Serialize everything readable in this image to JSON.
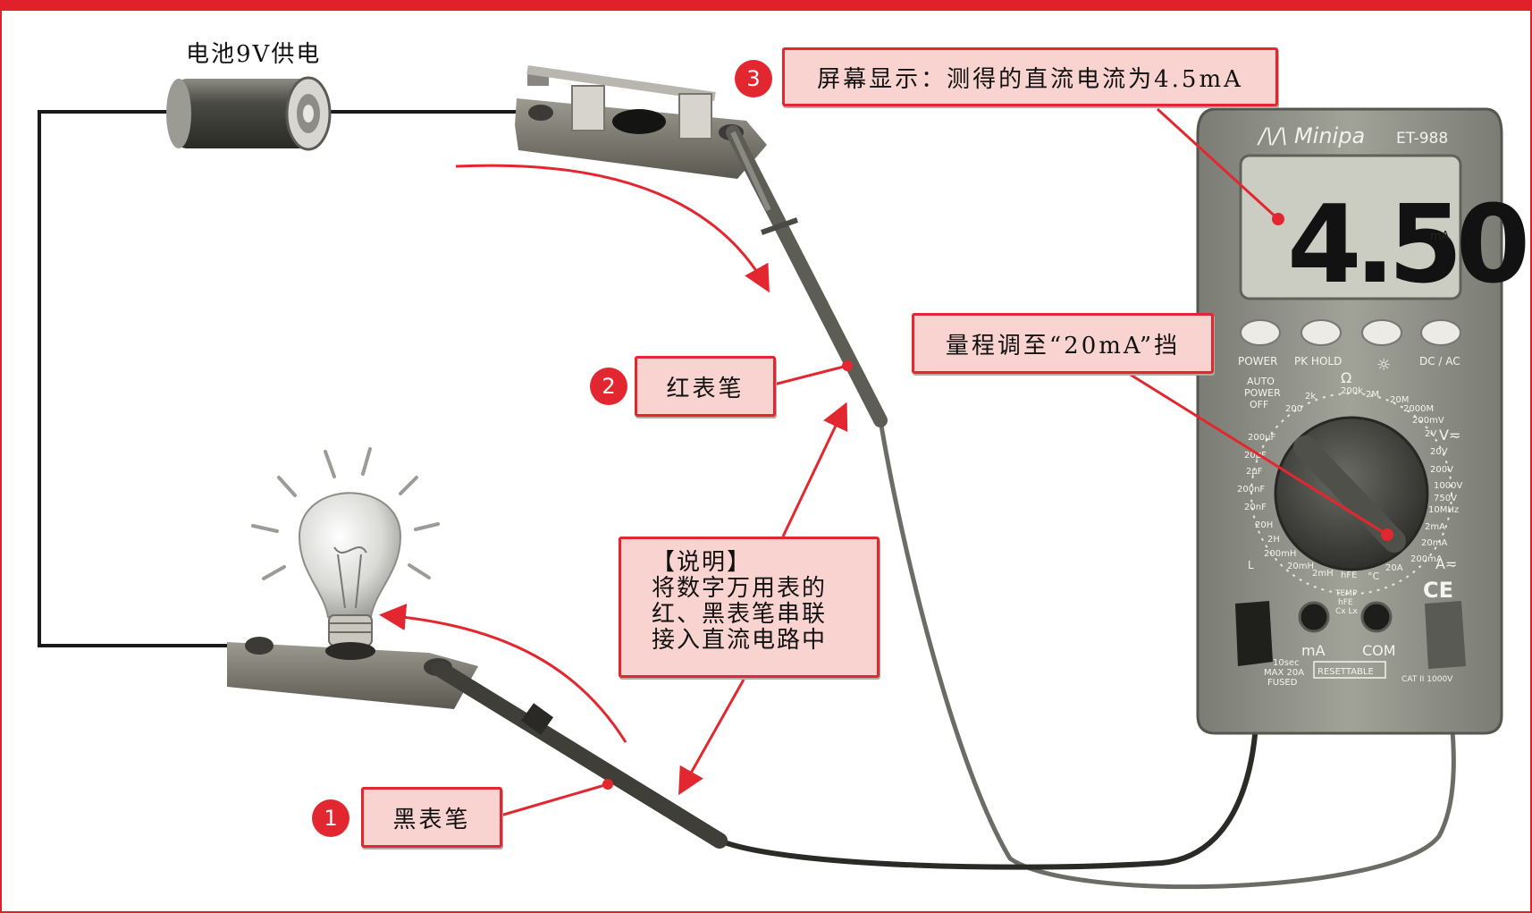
{
  "battery_label": "电池9V供电",
  "callouts": {
    "black_probe": {
      "number": "1",
      "label": "黑表笔"
    },
    "red_probe": {
      "number": "2",
      "label": "红表笔"
    },
    "screen": {
      "number": "3",
      "label": "屏幕显示：测得的直流电流为4.5mA"
    },
    "range": {
      "label": "量程调至“20mA”挡"
    },
    "note": {
      "title": "【说明】",
      "lines": [
        "将数字万用表的",
        "红、黑表笔串联",
        "接入直流电路中"
      ]
    }
  },
  "meter": {
    "brand": "Minipa",
    "model": "ET-988",
    "display_value": "4.50",
    "display_unit": "mA",
    "buttons": [
      "POWER",
      "PK HOLD",
      "",
      "DC / AC"
    ],
    "auto_power_off": [
      "AUTO",
      "POWER",
      "OFF"
    ],
    "dial_ranges": [
      "200",
      "2k",
      "200k",
      "2M",
      "20M",
      "2000M",
      "200mV",
      "2V",
      "20V",
      "200V",
      "1000V",
      "750V",
      "10MHz",
      "2mA",
      "20mA",
      "200mA",
      "20A",
      "hFE",
      "2mH",
      "20mH",
      "200mH",
      "2H",
      "20H",
      "20nF",
      "200nF",
      "2μF",
      "20μF",
      "200μF"
    ],
    "symbols": {
      "ohm": "Ω",
      "volt": "V≂",
      "amp": "A≂",
      "temp": "°C",
      "inductance": "L"
    },
    "jacks": {
      "ma": "mA",
      "com": "COM",
      "temp": "TEMP hFE Cx Lx"
    },
    "fuse_text": [
      "10sec",
      "MAX 20A",
      "FUSED"
    ],
    "resettable": "RESETTABLE",
    "cat": "CAT II 1000V",
    "ce": "CE"
  },
  "colors": {
    "accent_red": "#e32730",
    "callout_fill": "#f8d3cf",
    "meter_body": "#8e8f86"
  }
}
